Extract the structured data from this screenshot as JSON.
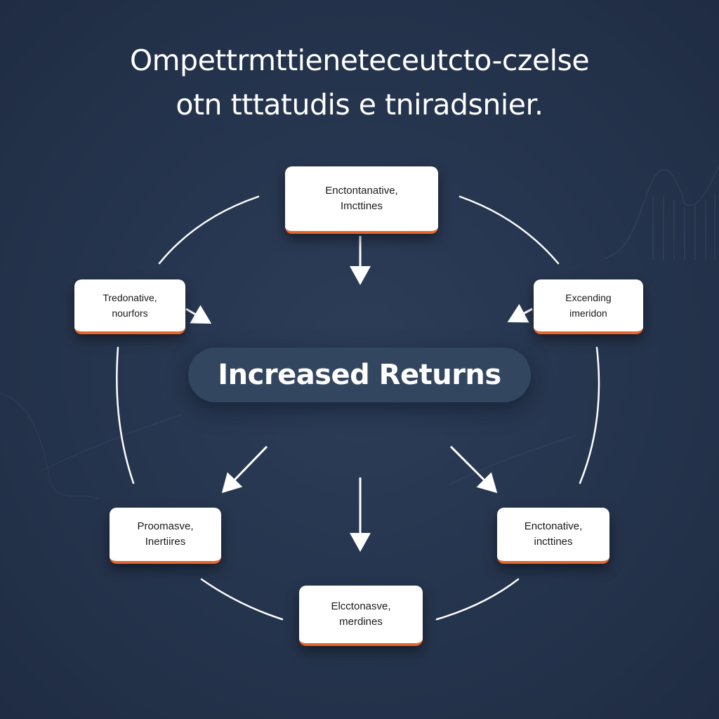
{
  "header": {
    "title_line1": "Ompettrmttieneteceutcto-czelse",
    "title_line2": "otn tttatudis e tniradsnier."
  },
  "center": {
    "label": "Increased Returns"
  },
  "nodes": [
    {
      "id": "top",
      "line1": "Enctontanative,",
      "line2": "Imcttines"
    },
    {
      "id": "left",
      "line1": "Tredonative,",
      "line2": "nourfors"
    },
    {
      "id": "right",
      "line1": "Excending",
      "line2": "imeridon"
    },
    {
      "id": "bottom-left",
      "line1": "Proomasve,",
      "line2": "Inertiires"
    },
    {
      "id": "bottom-right",
      "line1": "Enctonative,",
      "line2": "incttines"
    },
    {
      "id": "bottom",
      "line1": "Elcctonasve,",
      "line2": "merdines"
    }
  ],
  "colors": {
    "background": "#25344d",
    "node_fill": "#ffffff",
    "node_accent": "#e8652a",
    "pill": "#33465f",
    "lines": "#ffffff"
  }
}
